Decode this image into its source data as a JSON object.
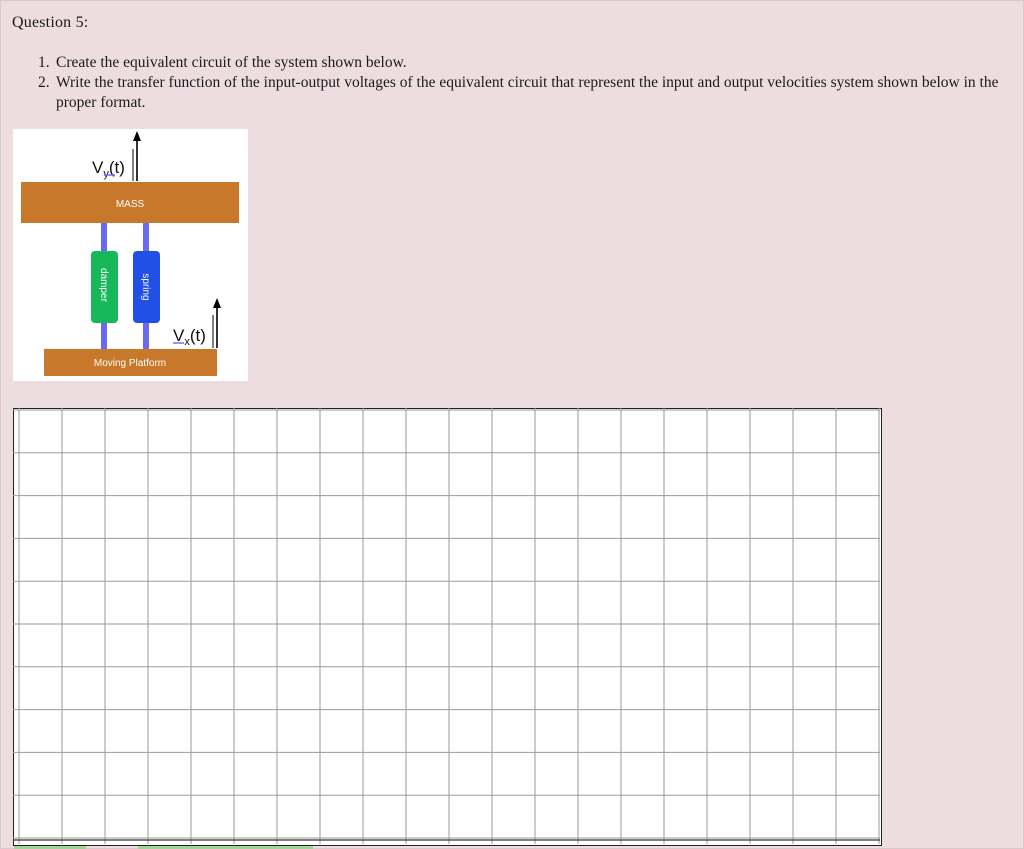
{
  "question": {
    "title": "Question 5:"
  },
  "instructions": [
    {
      "num": "1.",
      "text": "Create the equivalent circuit of the system shown below."
    },
    {
      "num": "2.",
      "text": "Write the transfer function of the input-output voltages of the equivalent circuit that represent the input and output velocities system shown below in the proper format."
    }
  ],
  "figure": {
    "mass_label": "MASS",
    "damper_label": "damper",
    "spring_label": "spring",
    "platform_label": "Moving Platform",
    "vy_label": {
      "main": "V",
      "sub": "y",
      "tail": "(t)"
    },
    "vx_label": {
      "main": "V",
      "sub": "x",
      "tail": "(t)"
    },
    "colors": {
      "mass": "#c8782a",
      "platform": "#c8782a",
      "damper": "#17b85a",
      "spring": "#2250e6",
      "connector": "#6a6af0",
      "arrow": "#000000"
    }
  },
  "answer_grid": {
    "columns": 20,
    "rows": 10,
    "line_color": "#9a9a9a"
  }
}
